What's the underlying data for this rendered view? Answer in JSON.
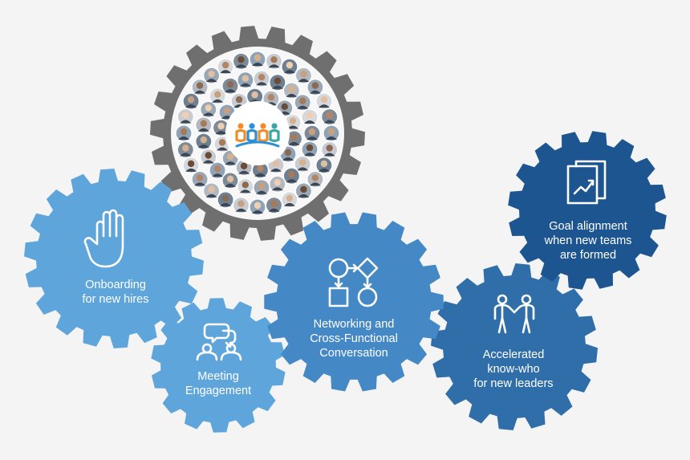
{
  "colors": {
    "background": "#f4f4f4",
    "gear_gray": "#6f6f6f",
    "gear_light_blue": "#5ea5dc",
    "gear_mid_blue": "#4488c6",
    "gear_blue": "#2f6ea8",
    "gear_dark_blue": "#1d5591",
    "icon_stroke": "#ffffff",
    "logo_orange": "#f28c28",
    "logo_blue": "#2a8fd6",
    "logo_teal": "#3aa8a0"
  },
  "hub": {
    "logo_icon": "people-network-logo",
    "content": "employee-photo-collage"
  },
  "gears": [
    {
      "id": "onboarding",
      "icon": "hand-icon",
      "lines": [
        "Onboarding",
        "for new hires"
      ]
    },
    {
      "id": "meeting",
      "icon": "chat-people-icon",
      "lines": [
        "Meeting",
        "Engagement"
      ]
    },
    {
      "id": "networking",
      "icon": "flowchart-icon",
      "lines": [
        "Networking and",
        "Cross-Functional",
        "Conversation"
      ]
    },
    {
      "id": "goal",
      "icon": "growth-chart-icon",
      "lines": [
        "Goal alignment",
        "when new teams",
        "are formed"
      ]
    },
    {
      "id": "knowwho",
      "icon": "handshake-icon",
      "lines": [
        "Accelerated",
        "know-who",
        "for new leaders"
      ]
    }
  ]
}
